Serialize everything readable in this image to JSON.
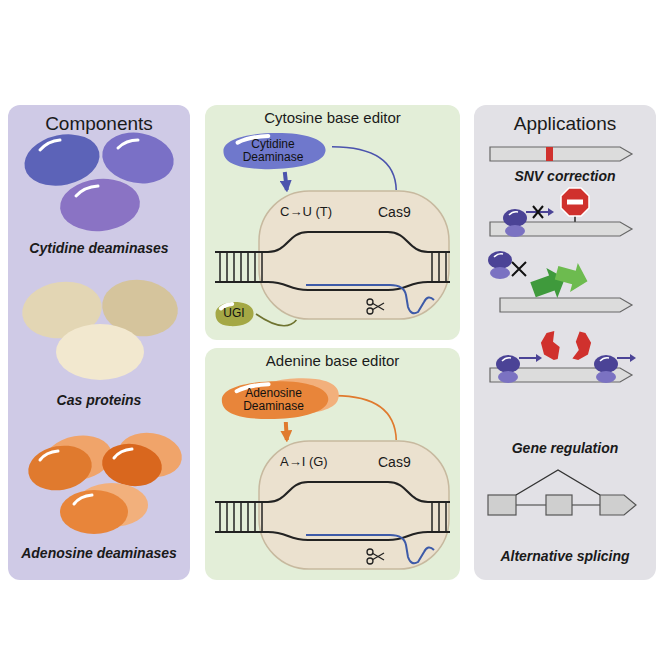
{
  "diagram": {
    "nodes": [
      {
        "text": [
          "Components"
        ]
      },
      {
        "text": [
          "Cytosine base editor"
        ]
      },
      {
        "text": [
          "Cytidine Deaminase"
        ],
        "in": 1
      },
      {
        "text": [
          "Cas9",
          "C→U (T)"
        ],
        "in": 1
      },
      {
        "text": [
          "UGI"
        ],
        "in": 1
      },
      {
        "text": [
          "Adenine base editor"
        ]
      },
      {
        "text": [
          "Adenosine Deaminase"
        ],
        "in": 5
      },
      {
        "text": [
          "Cas9",
          "A→I (G)"
        ],
        "in": 5
      },
      {
        "text": [
          "Applications"
        ]
      }
    ],
    "edges": [
      {
        "from": 2,
        "to": 3,
        "arrow": "none"
      },
      {
        "from": 2,
        "to": 3,
        "arrow": "to"
      },
      {
        "from": 4,
        "to": 3,
        "arrow": "none"
      },
      {
        "from": 6,
        "to": 7,
        "arrow": "none"
      },
      {
        "from": 6,
        "to": 7,
        "arrow": "to"
      }
    ],
    "labels": [
      "Cytidine deaminases",
      "Cas proteins",
      "Adenosine deaminases",
      "SNV correction",
      "Gene regulation",
      "Alternative splicing"
    ]
  }
}
